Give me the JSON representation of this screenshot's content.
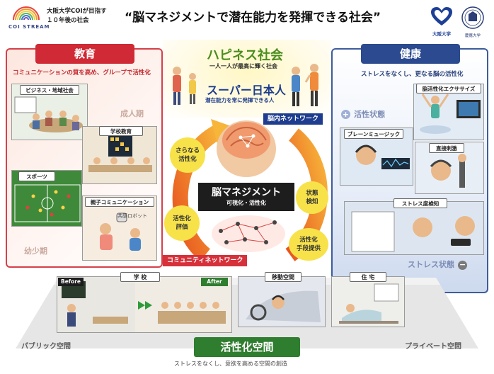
{
  "header": {
    "coi_label": "COI STREAM",
    "subtitle_line1": "大阪大学COIが目指す",
    "subtitle_line2": "１０年後の社会",
    "title": "“脳マネジメントで潜在能力を発揮できる社会”",
    "univ_label": "大阪大学",
    "partner_label": "慶應大学"
  },
  "education": {
    "tab": "教育",
    "subtitle": "コミュニケーションの質を高め、グループで活性化",
    "boxes": {
      "business": "ビジネス・地域社会",
      "school": "学校教育",
      "sports": "スポーツ",
      "parent_child": "親子コミュニケーション",
      "robot": "共感ロボット"
    },
    "adult_label": "成人期",
    "child_label": "幼少期"
  },
  "health": {
    "tab": "健康",
    "subtitle": "ストレスをなくし、更なる脳の活性化",
    "active_state": "活性状態",
    "stress_state": "ストレス状態",
    "boxes": {
      "exercise": "脳活性化エクササイズ",
      "brain_music": "ブレーンミュージック",
      "direct": "直接刺激",
      "stress_detect": "ストレス度検知"
    }
  },
  "center": {
    "happiness_title": "ハピネス社会",
    "happiness_sub": "一人一人が最高に輝く社会",
    "super_title": "スーパー日本人",
    "super_sub": "潜在能力を常に発揮できる人",
    "brain_network": "脳内ネットワーク",
    "community_network": "コミュニティネットワーク",
    "brain_mgmt": "脳マネジメント",
    "brain_mgmt_sub": "可視化・活性化",
    "bubbles": {
      "further_line1": "さらなる",
      "further_line2": "活性化",
      "state_line1": "状態",
      "state_line2": "検知",
      "eval_line1": "活性化",
      "eval_line2": "評価",
      "means_line1": "活性化",
      "means_line2": "手段提供"
    }
  },
  "spaces": {
    "school": "学 校",
    "before": "Before",
    "after": "After",
    "travel": "移動空間",
    "home": "住 宅",
    "public": "パブリック空間",
    "private": "プライベート空間",
    "activation_space": "活性化空間",
    "caption": "ストレスをなくし、意欲を高める空間の創造"
  },
  "colors": {
    "education_red": "#cf2a35",
    "health_blue": "#2c4a8f",
    "space_green": "#2f7d2f",
    "bubble_yellow": "#f7e24a",
    "happiness_green": "#4b8d1e",
    "super_blue": "#1e3d8f"
  }
}
